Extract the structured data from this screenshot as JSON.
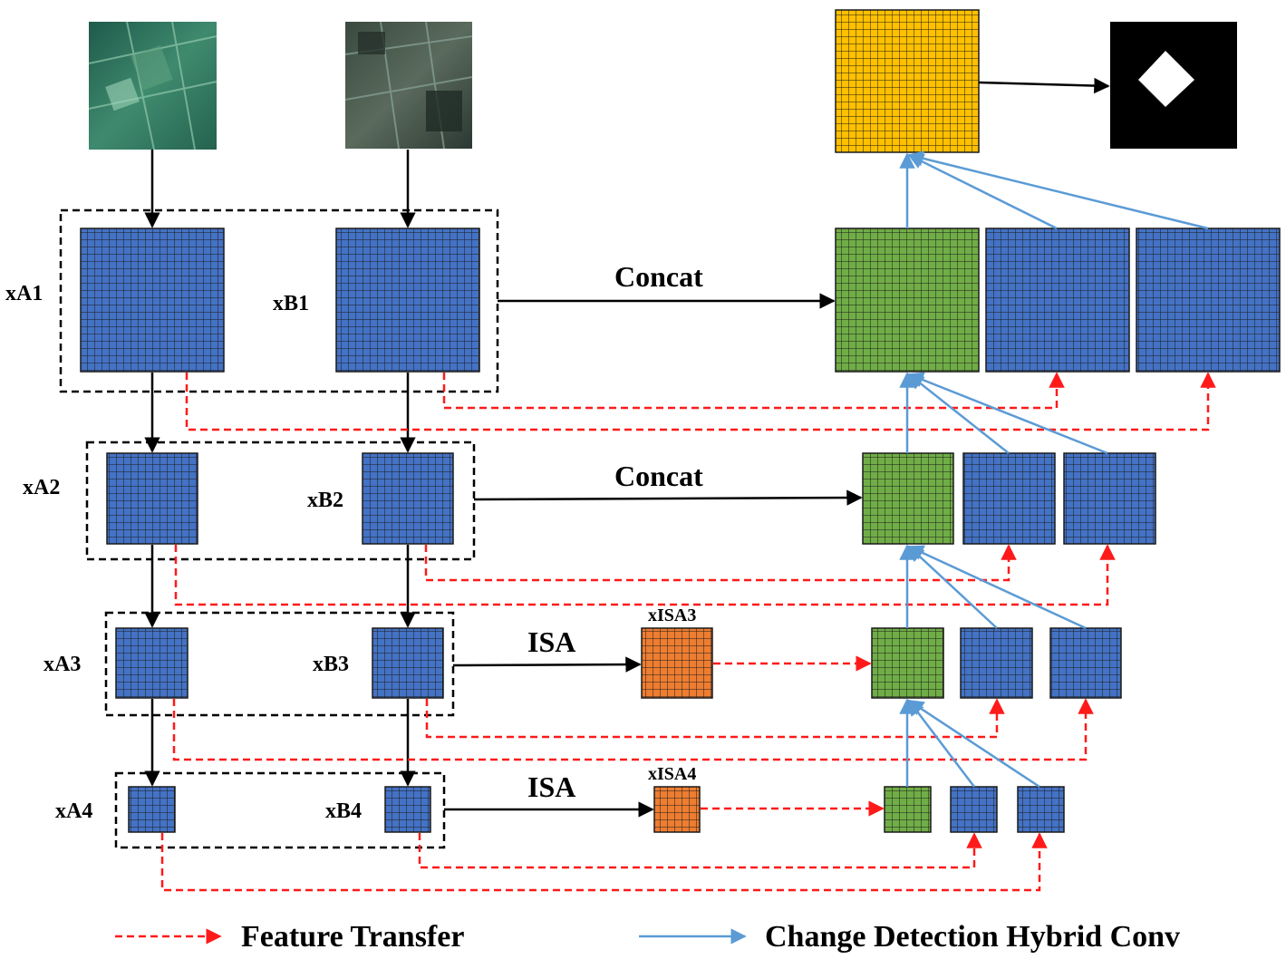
{
  "labels": {
    "xA1": "xA1",
    "xB1": "xB1",
    "xA2": "xA2",
    "xB2": "xB2",
    "xA3": "xA3",
    "xB3": "xB3",
    "xA4": "xA4",
    "xB4": "xB4",
    "concat1": "Concat",
    "concat2": "Concat",
    "isa3": "ISA",
    "isa4": "ISA",
    "xisa3": "xISA3",
    "xisa4": "xISA4"
  },
  "legend": {
    "feature_transfer": "Feature Transfer",
    "change_detection": "Change Detection Hybrid Conv"
  },
  "colors": {
    "encoder_blue": "#4472c4",
    "decoder_green": "#70ad47",
    "isa_orange": "#ed7d31",
    "output_yellow": "#ffc000",
    "feature_transfer_red": "#ff1a1a",
    "hybrid_conv_blue": "#5b9bd5",
    "image_a_tint": "#2f6e5a",
    "image_b_tint": "#3e4a44"
  }
}
